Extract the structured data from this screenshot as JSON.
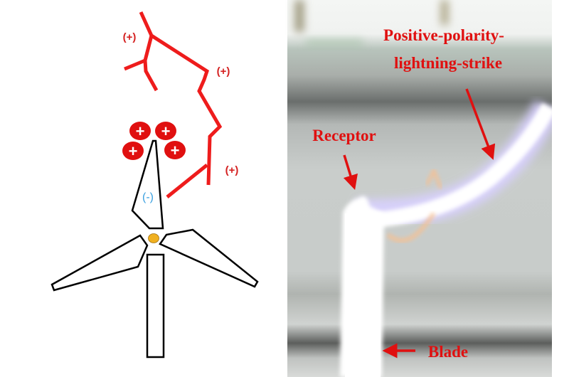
{
  "diagram": {
    "charge_labels": [
      "(+)",
      "(+)",
      "(+)"
    ],
    "blade_charge": "(-)",
    "positive_ion_symbol": "+",
    "colors": {
      "lightning": "#ee1c1c",
      "ion": "#e01010",
      "negative": "#3aa0e0",
      "hub": "#f0b020",
      "outline": "#000000"
    }
  },
  "photo": {
    "annotations": {
      "strike_line1": "Positive-polarity-",
      "strike_line2": "lightning-strike",
      "receptor": "Receptor",
      "blade": "Blade"
    },
    "annotation_color": "#e01010"
  }
}
